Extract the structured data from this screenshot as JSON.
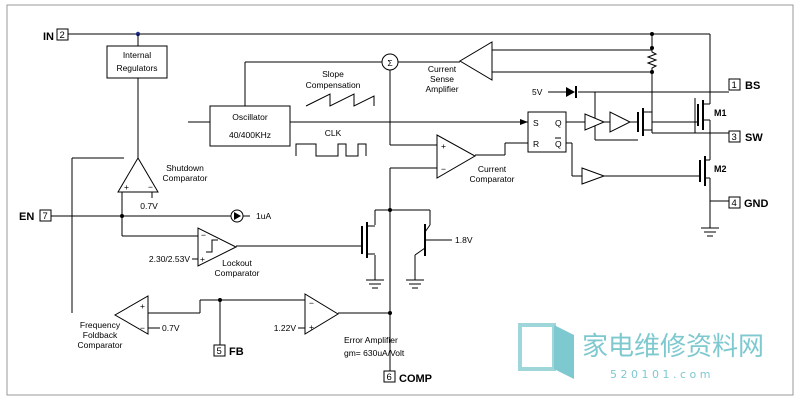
{
  "pins": {
    "in": {
      "num": "2",
      "name": "IN"
    },
    "en": {
      "num": "7",
      "name": "EN"
    },
    "fb": {
      "num": "5",
      "name": "FB"
    },
    "comp": {
      "num": "6",
      "name": "COMP"
    },
    "bs": {
      "num": "1",
      "name": "BS"
    },
    "sw": {
      "num": "3",
      "name": "SW"
    },
    "gnd": {
      "num": "4",
      "name": "GND"
    }
  },
  "blocks": {
    "regulators": [
      "Internal",
      "Regulators"
    ],
    "oscillator": {
      "title": "Oscillator",
      "freq": "40/400KHz"
    },
    "slope": [
      "Slope",
      "Compensation"
    ],
    "clk": "CLK",
    "sum": "Σ",
    "flipflop": {
      "s": "S",
      "r": "R",
      "q": "Q",
      "qbar": "Q"
    },
    "m1": "M1",
    "m2": "M2"
  },
  "labels": {
    "current_sense": [
      "Current",
      "Sense",
      "Amplifier"
    ],
    "shutdown": [
      "Shutdown",
      "Comparator"
    ],
    "current_comp": [
      "Current",
      "Comparator"
    ],
    "lockout": [
      "Lockout",
      "Comparator"
    ],
    "foldback": [
      "Frequency",
      "Foldback",
      "Comparator"
    ],
    "error_amp": "Error Amplifier",
    "gm": "gm= 630uA/Volt"
  },
  "values": {
    "v5": "5V",
    "v07_top": "0.7V",
    "i1ua": "1uA",
    "lockout_th": "2.30/2.53V",
    "v18": "1.8V",
    "v07_bottom": "0.7V",
    "vref": "1.22V"
  },
  "watermark": {
    "title": "家电维修资料网",
    "url": "5 2 0 1 0 1 . c o m"
  }
}
